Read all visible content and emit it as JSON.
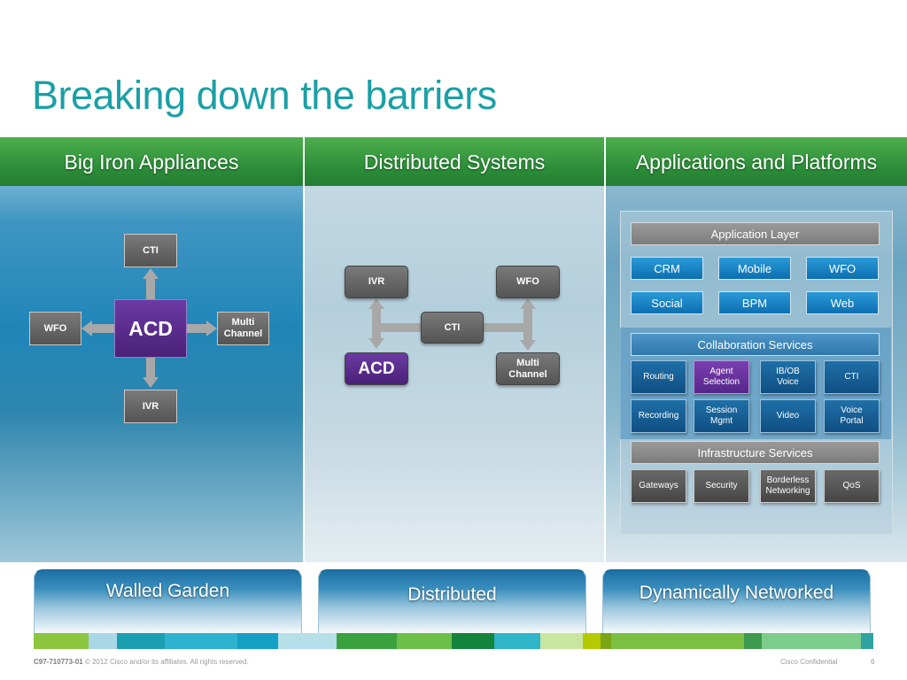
{
  "slide": {
    "title": "Breaking down the barriers",
    "page_number": "6"
  },
  "columns": [
    {
      "heading": "Big Iron Appliances"
    },
    {
      "heading": "Distributed Systems"
    },
    {
      "heading": "Applications and Platforms"
    }
  ],
  "big_iron": {
    "cti": "CTI",
    "acd": "ACD",
    "wfo": "WFO",
    "multi_channel_line1": "Multi",
    "multi_channel_line2": "Channel",
    "ivr": "IVR"
  },
  "distributed": {
    "ivr": "IVR",
    "wfo": "WFO",
    "cti": "CTI",
    "acd": "ACD",
    "multi_channel_line1": "Multi",
    "multi_channel_line2": "Channel"
  },
  "platforms": {
    "application_layer": {
      "label": "Application Layer",
      "items": [
        "CRM",
        "Mobile",
        "WFO",
        "Social",
        "BPM",
        "Web"
      ]
    },
    "collaboration_services": {
      "label": "Collaboration Services",
      "row1": [
        {
          "line1": "Routing",
          "line2": ""
        },
        {
          "line1": "Agent",
          "line2": "Selection"
        },
        {
          "line1": "IB/OB",
          "line2": "Voice"
        },
        {
          "line1": "CTI",
          "line2": ""
        }
      ],
      "row2": [
        {
          "line1": "Recording",
          "line2": ""
        },
        {
          "line1": "Session",
          "line2": "Mgmt"
        },
        {
          "line1": "Video",
          "line2": ""
        },
        {
          "line1": "Voice",
          "line2": "Portal"
        }
      ]
    },
    "infrastructure_services": {
      "label": "Infrastructure Services",
      "items": [
        {
          "line1": "Gateways",
          "line2": ""
        },
        {
          "line1": "Security",
          "line2": ""
        },
        {
          "line1": "Borderless",
          "line2": "Networking"
        },
        {
          "line1": "QoS",
          "line2": ""
        }
      ]
    }
  },
  "bottom_tabs": [
    "Walled Garden",
    "Distributed",
    "Dynamically Networked"
  ],
  "footer": {
    "doc_id": "C97-710773-01",
    "copyright": "© 2012 Cisco and/or its affiliates. All rights reserved.",
    "confidential": "Cisco Confidential"
  },
  "colors": {
    "title": "#1aa0a6",
    "header_green": "#2d8f3a",
    "acd_purple": "#4a2177",
    "app_blue": "#0c6fb0"
  }
}
